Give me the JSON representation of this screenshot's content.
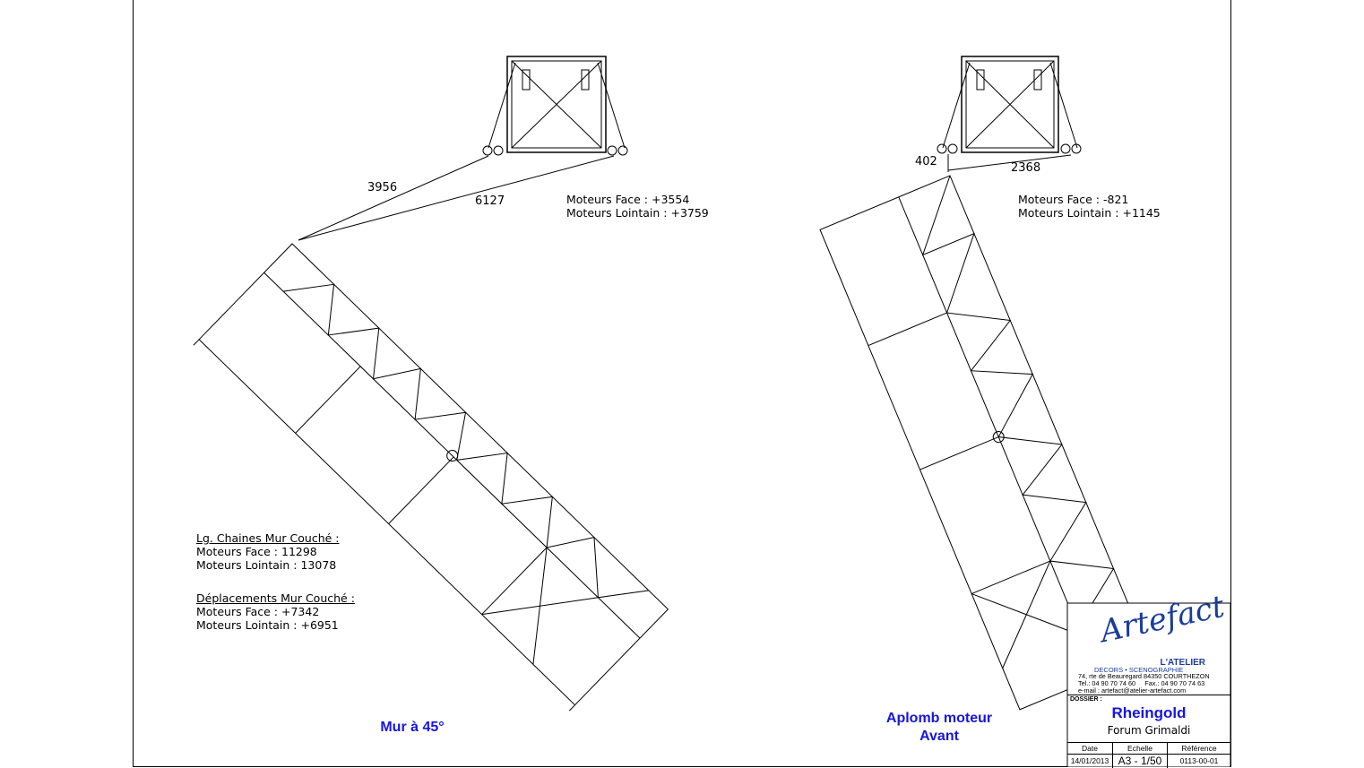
{
  "left_view": {
    "dimensions": [
      "3956",
      "6127"
    ],
    "motor_offsets": [
      "Moteurs Face : +3554",
      "Moteurs Lointain : +3759"
    ],
    "chain_length_title": "Lg. Chaines Mur Couché :",
    "chain_lengths": [
      "Moteurs Face : 11298",
      "Moteurs Lointain : 13078"
    ],
    "displacement_title": "Déplacements Mur Couché :",
    "displacements": [
      "Moteurs Face : +7342",
      "Moteurs Lointain : +6951"
    ],
    "caption": "Mur à 45°"
  },
  "right_view": {
    "dimensions": [
      "402",
      "2368"
    ],
    "motor_offsets": [
      "Moteurs Face : -821",
      "Moteurs Lointain : +1145"
    ],
    "caption_line1": "Aplomb moteur",
    "caption_line2": "Avant"
  },
  "title_block": {
    "logo": "Artefact",
    "company": "L'ATELIER",
    "tagline": "DECORS • SCENOGRAPHIE",
    "address": "74, rte de Beauregard  84350 COURTHEZON",
    "phone": "Tel.: 04 90 70 74 60",
    "fax": "Fax.: 04 90 70 74 63",
    "email": "e-mail : artefact@atelier-artefact.com",
    "dossier_label": "DOSSIER :",
    "project": "Rheingold",
    "venue": "Forum Grimaldi",
    "date_label": "Date",
    "date": "14/01/2013",
    "scale_label": "Echelle",
    "scale": "A3 - 1/50",
    "reference_label": "Référence",
    "reference": "0113-00-01"
  },
  "colors": {
    "caption": "#1515e0",
    "logo": "#1a3c9c"
  }
}
